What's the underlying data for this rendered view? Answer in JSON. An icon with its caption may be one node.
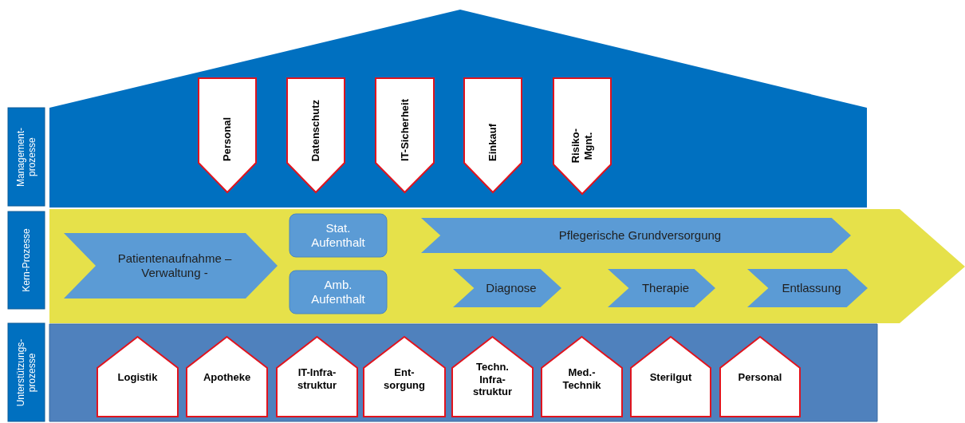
{
  "diagram": {
    "nodes": [
      {
        "text": [
          "Management- prozesse"
        ]
      },
      {
        "text": [
          "Personal"
        ]
      },
      {
        "text": [
          "Datenschutz"
        ]
      },
      {
        "text": [
          "IT-Sicherheit"
        ]
      },
      {
        "text": [
          "Einkauf"
        ]
      },
      {
        "text": [
          "Risiko- Mgnt."
        ]
      },
      {
        "text": [
          "Kern-Prozesse"
        ]
      },
      {
        "text": [
          "Patientenaufnahme – Verwaltung -"
        ]
      },
      {
        "text": [
          "Stat. Aufenthalt"
        ]
      },
      {
        "text": [
          "Pflegerische Grundversorgung"
        ]
      },
      {
        "text": [
          "Amb. Aufenthalt"
        ]
      },
      {
        "text": [
          "Diagnose"
        ]
      },
      {
        "text": [
          "Therapie"
        ]
      },
      {
        "text": [
          "Entlassung"
        ]
      },
      {
        "text": [
          "Unterstützungs- prozesse"
        ]
      },
      {
        "text": [
          "Logistik"
        ]
      },
      {
        "text": [
          "Apotheke"
        ]
      },
      {
        "text": [
          "IT-Infra- struktur"
        ]
      },
      {
        "text": [
          "Ent- sorgung"
        ]
      },
      {
        "text": [
          "Techn. Infra- struktur"
        ]
      },
      {
        "text": [
          "Med.- Technik"
        ]
      },
      {
        "text": [
          "Sterilgut"
        ]
      },
      {
        "text": [
          "Personal"
        ]
      }
    ]
  }
}
